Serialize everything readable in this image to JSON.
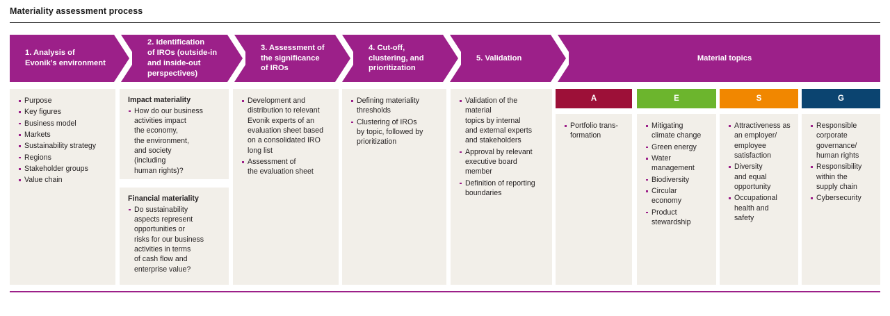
{
  "header": {
    "title": "Materiality assessment process"
  },
  "colors": {
    "magenta": "#9c2089",
    "panel": "#f2efe9",
    "a": "#9d1038",
    "e": "#6cb52d",
    "s": "#f18700",
    "g": "#0b4470",
    "text": "#231f20",
    "rule_dark": "#3c3c3c"
  },
  "process": {
    "steps": [
      {
        "id": "step-1",
        "label": "1. Analysis of\nEvonik’s environment",
        "centered": false
      },
      {
        "id": "step-2",
        "label": "2. Identification\nof IROs (outside-in\nand inside-out\nperspectives)",
        "centered": false
      },
      {
        "id": "step-3",
        "label": "3. Assessment of\nthe significance\nof IROs",
        "centered": false
      },
      {
        "id": "step-4",
        "label": "4. Cut-off,\nclustering, and\nprioritization",
        "centered": false
      },
      {
        "id": "step-5",
        "label": "5. Validation",
        "centered": false
      },
      {
        "id": "step-material-topics",
        "label": "Material topics",
        "centered": true
      }
    ]
  },
  "esg": {
    "chips": [
      {
        "id": "chip-a",
        "label": "A",
        "color": "#9d1038"
      },
      {
        "id": "chip-e",
        "label": "E",
        "color": "#6cb52d"
      },
      {
        "id": "chip-s",
        "label": "S",
        "color": "#f18700"
      },
      {
        "id": "chip-g",
        "label": "G",
        "color": "#0b4470"
      }
    ]
  },
  "columns": {
    "c1": {
      "items": [
        "Purpose",
        "Key figures",
        "Business model",
        "Markets",
        "Sustainability strategy",
        "Regions",
        "Stakeholder groups",
        "Value chain"
      ]
    },
    "c2": {
      "group1_heading": "Impact materiality",
      "group1_items": [
        "How do our business\nactivities impact\nthe economy,\nthe environment,\nand society\n(including\nhuman rights)?"
      ],
      "group2_heading": "Financial materiality",
      "group2_items": [
        "Do sustainability\naspects represent\nopportunities or\nrisks for our business\nactivities in terms\nof cash flow and\nenterprise value?"
      ]
    },
    "c3": {
      "items": [
        "Development and\ndistribution to relevant\nEvonik experts of an\nevaluation sheet based\non a consolidated IRO\nlong list",
        "Assessment of\nthe evaluation sheet"
      ]
    },
    "c4": {
      "items": [
        "Defining materiality\nthresholds",
        "Clustering of IROs\nby topic, followed by\nprioritization"
      ]
    },
    "c5": {
      "items": [
        "Validation of the material\ntopics by internal\nand external experts\nand stakeholders",
        "Approval by relevant\nexecutive board\nmember",
        "Definition of reporting\nboundaries"
      ]
    },
    "ca": {
      "items": [
        "Portfolio trans-\nformation"
      ]
    },
    "ce": {
      "items": [
        "Mitigating\nclimate change",
        "Green energy",
        "Water\nmanagement",
        "Biodiversity",
        "Circular\neconomy",
        "Product\nstewardship"
      ]
    },
    "cs": {
      "items": [
        "Attractiveness as\nan employer/\nemployee\nsatisfaction",
        "Diversity\nand equal\nopportunity",
        "Occupational\nhealth and\nsafety"
      ]
    },
    "cg": {
      "items": [
        "Responsible\ncorporate\ngovernance/\nhuman rights",
        "Responsibility\nwithin the\nsupply chain",
        "Cybersecurity"
      ]
    }
  }
}
